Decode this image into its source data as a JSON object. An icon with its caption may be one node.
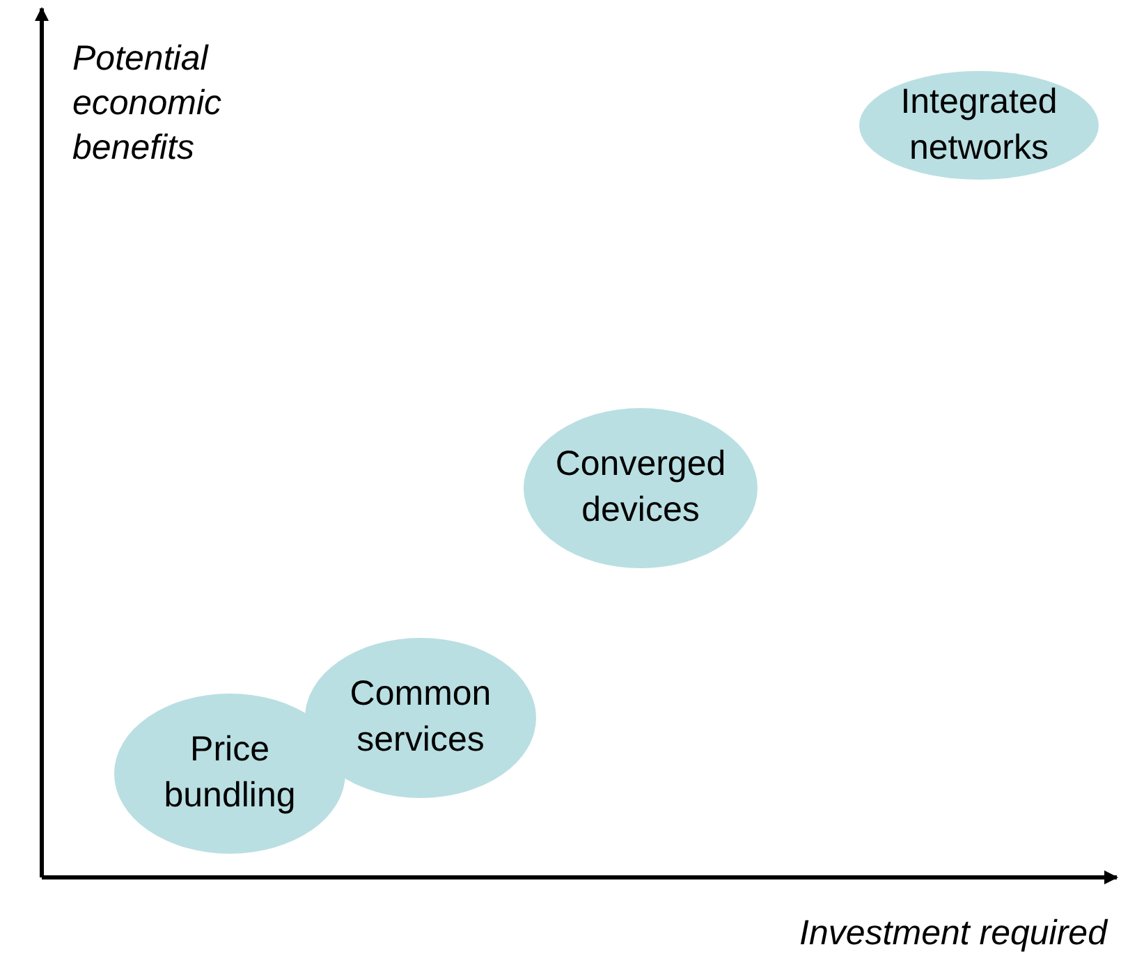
{
  "diagram": {
    "nodes": [
      {
        "text": [
          "Integrated networks"
        ]
      },
      {
        "text": [
          "Converged devices"
        ]
      },
      {
        "text": [
          "Common services"
        ]
      },
      {
        "text": [
          "Price bundling"
        ]
      }
    ],
    "edges": [],
    "labels": [
      "Potential economic benefits",
      "Investment required"
    ]
  }
}
